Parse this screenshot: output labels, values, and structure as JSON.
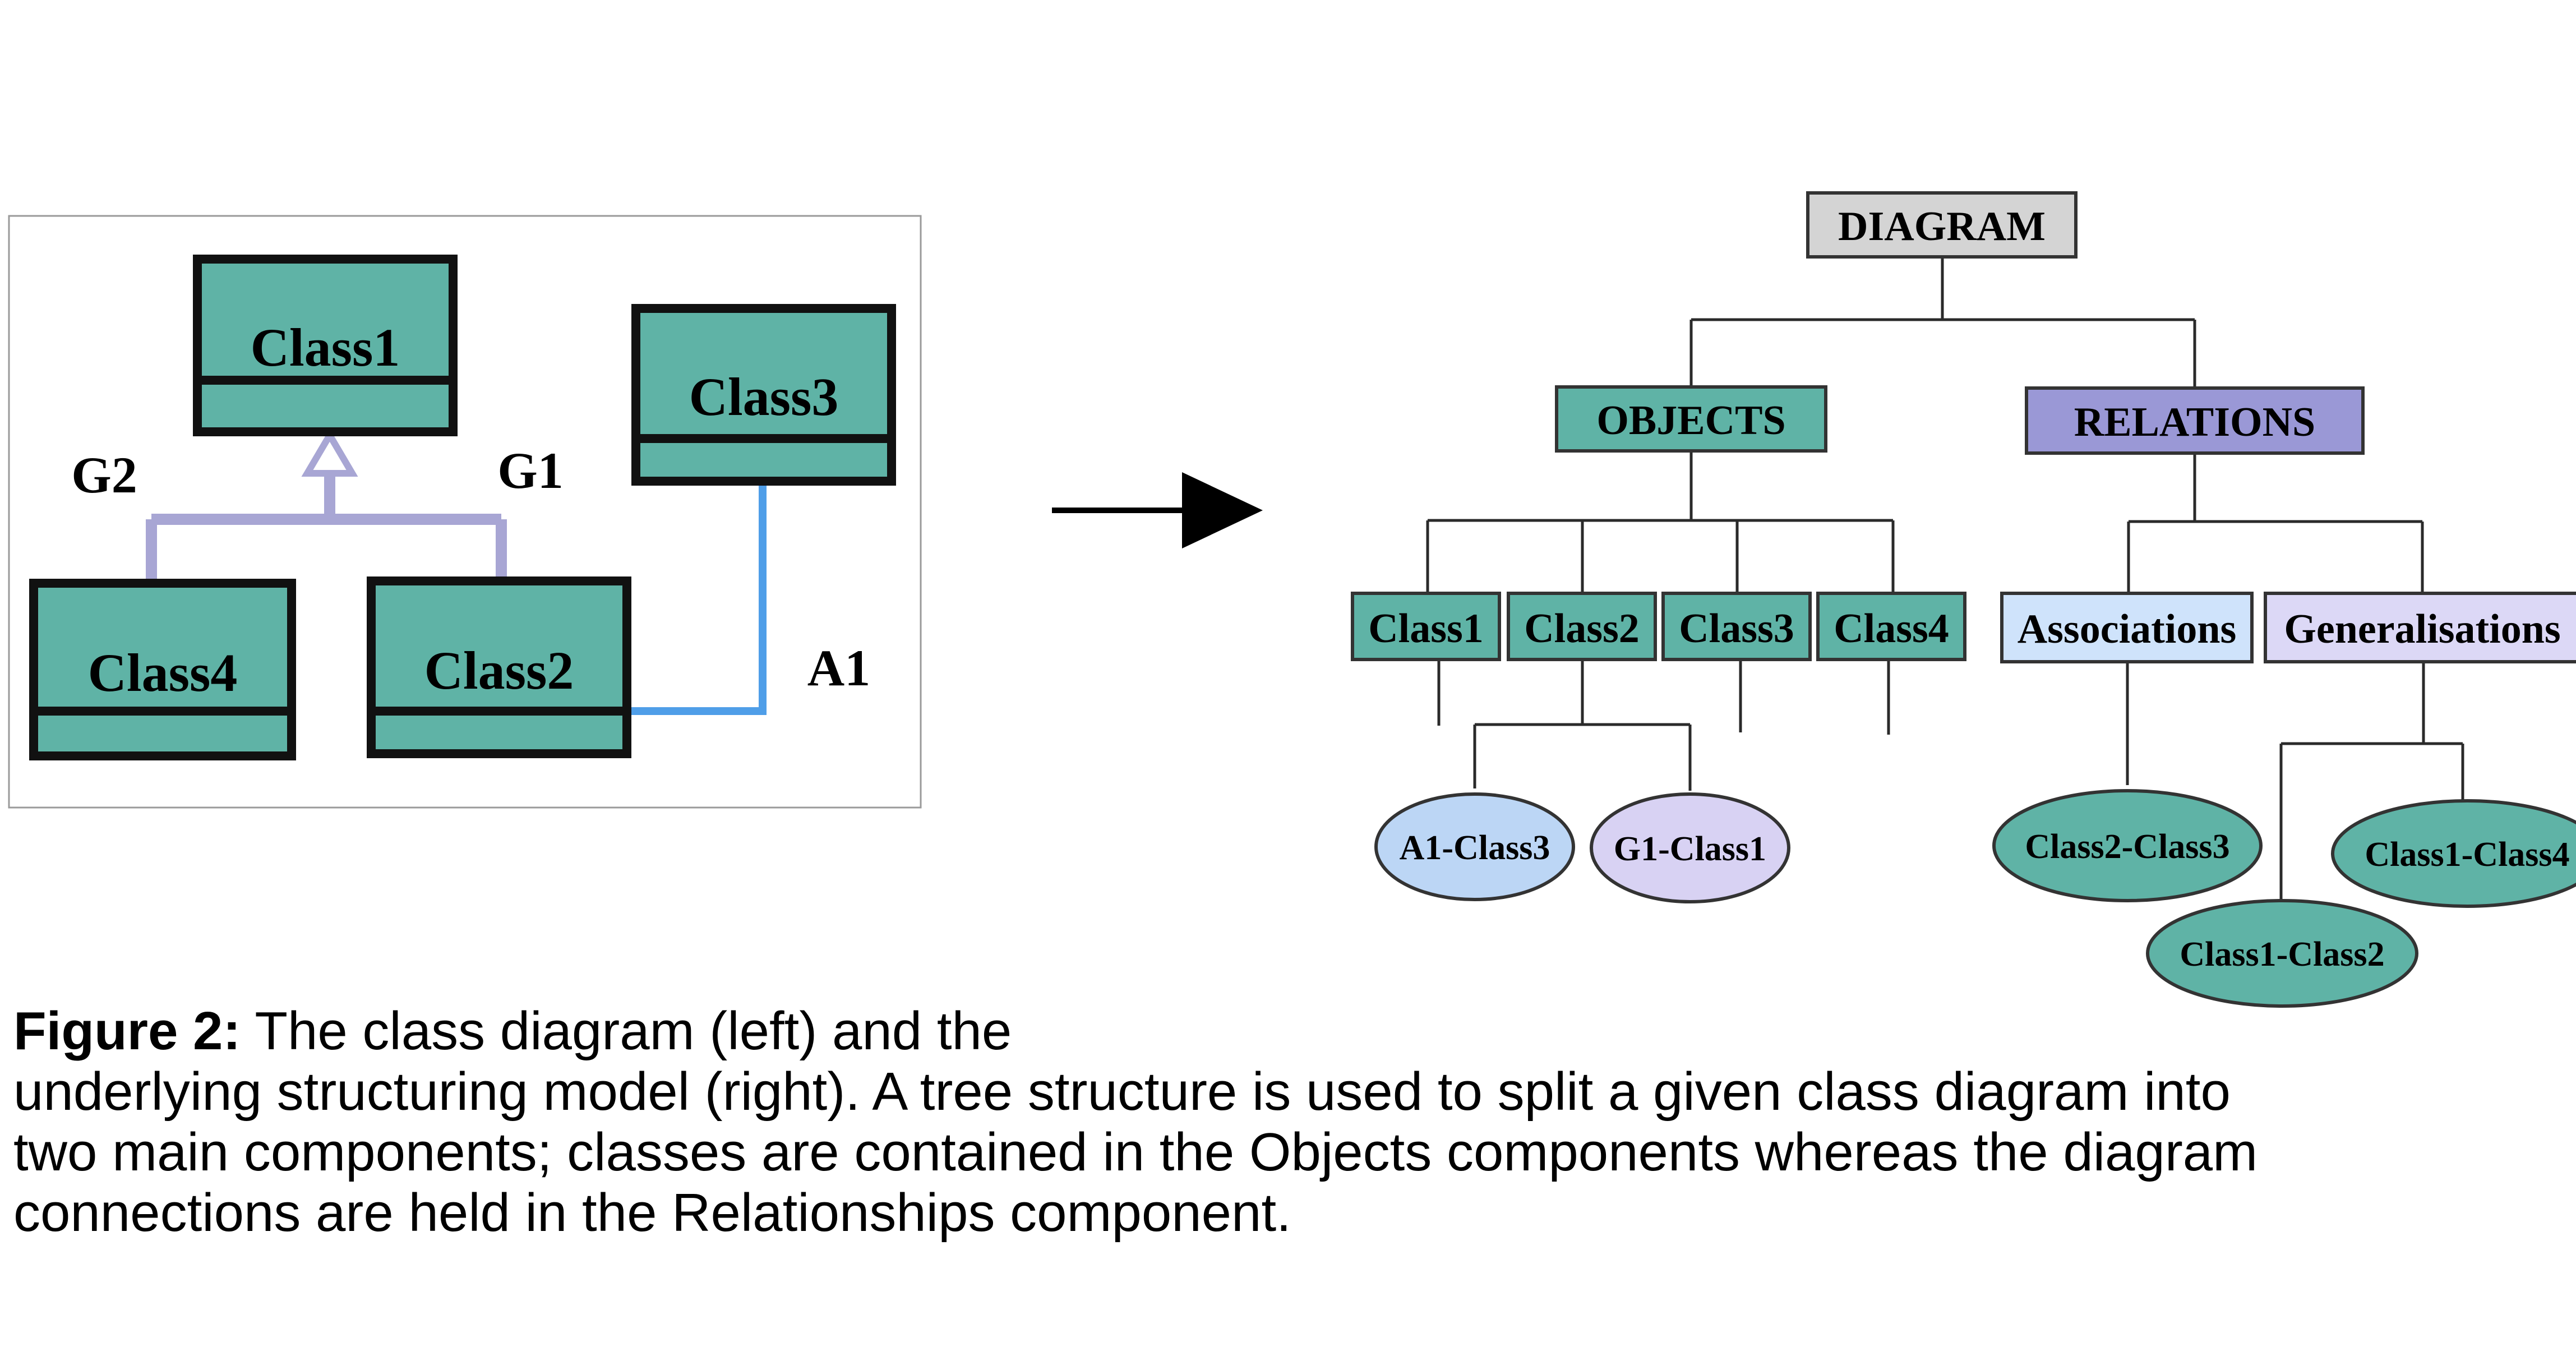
{
  "uml": {
    "classes": {
      "class1": "Class1",
      "class2": "Class2",
      "class3": "Class3",
      "class4": "Class4"
    },
    "labels": {
      "g1": "G1",
      "g2": "G2",
      "a1": "A1"
    }
  },
  "tree": {
    "root": "DIAGRAM",
    "objects": "OBJECTS",
    "relations": "RELATIONS",
    "object_children": [
      "Class1",
      "Class2",
      "Class3",
      "Class4"
    ],
    "relation_children": [
      "Associations",
      "Generalisations"
    ],
    "class2_leaves": [
      "A1-Class3",
      "G1-Class1"
    ],
    "association_leaf": "Class2-Class3",
    "generalisation_leaves": [
      "Class1-Class4",
      "Class1-Class2"
    ]
  },
  "caption": {
    "label": "Figure 2:",
    "line1": " The class diagram (left) and the",
    "line2": "underlying structuring model (right). A tree structure is used to split a given class diagram into",
    "line3": "two main components; classes are contained in the Objects components whereas the diagram",
    "line4": "connections are held in the Relationships component."
  },
  "colors": {
    "class_fill": "#5fb3a6",
    "root_fill": "#d4d4d4",
    "relations_fill": "#9a98d6",
    "associations_fill": "#cfe3fb",
    "generalisations_fill": "#dcd8f6",
    "blue_ellipse": "#bcd6f5",
    "lavender_ellipse": "#d8d2f3",
    "generalisation_edge": "#a8a6d4",
    "association_edge": "#4f9ee8"
  }
}
